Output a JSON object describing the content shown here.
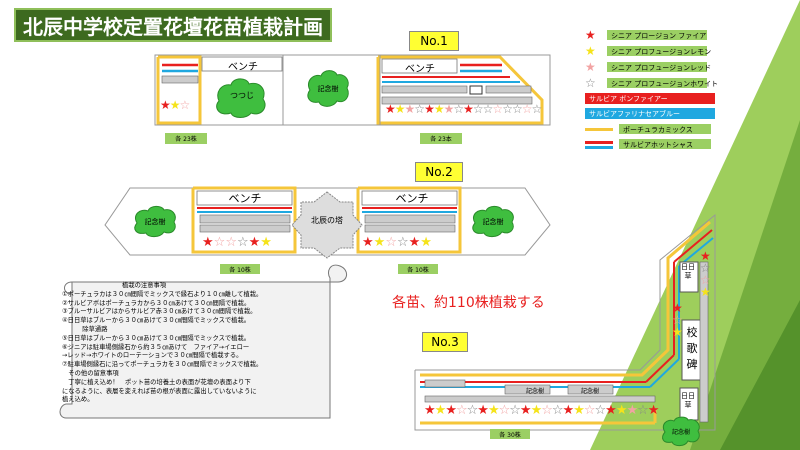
{
  "title": "北辰中学校定置花壇花苗植栽計画",
  "sections": [
    {
      "id": "no1",
      "label": "No.1"
    },
    {
      "id": "no2",
      "label": "No.2"
    },
    {
      "id": "no3",
      "label": "No.3"
    }
  ],
  "no1": {
    "bench_left": "ベンチ",
    "bench_right": "ベンチ",
    "tsutsuji": "つつじ",
    "memorial": "記念樹",
    "count_left": "各 23株",
    "count_right": "各 23本"
  },
  "no2": {
    "bench_left": "ベンチ",
    "bench_right": "ベンチ",
    "tower": "北辰の塔",
    "memorial_left": "記念樹",
    "memorial_right": "記念樹",
    "count_left": "各 10株",
    "count_right": "各 10株"
  },
  "no3": {
    "hinata_top": "日日草",
    "monument": "校 歌 碑",
    "hinata_bottom": "日日草",
    "memorial_a": "記念樹",
    "memorial_b": "記念樹",
    "memorial_c": "記念樹",
    "count": "各 30株"
  },
  "callout": "各苗、約110株植栽する",
  "legend": [
    {
      "type": "star",
      "color": "#e8201f",
      "label": "シニア プロージョン ファイア"
    },
    {
      "type": "star",
      "color": "#f5e31a",
      "label": "シニア プロフュージョンレモン"
    },
    {
      "type": "star",
      "color": "#f2a3a3",
      "label": "シニア プロフュージョンレッド"
    },
    {
      "type": "star",
      "color": "#ffffff",
      "label": "シニア プロフュージョンホワイト"
    },
    {
      "type": "bar",
      "color": "#e8201f",
      "label": "サルビア ボンファイアー"
    },
    {
      "type": "bar",
      "color": "#1fa8e0",
      "label": "サルビアファリナセアブルー"
    },
    {
      "type": "line",
      "color": "#f5c63a",
      "label": "ポーチュラカミックス"
    },
    {
      "type": "dual",
      "color": "#e8201f",
      "color2": "#1fa8e0",
      "label": "サルビアホットシャス"
    }
  ],
  "notes": {
    "heading": "植栽の注意事項",
    "lines": [
      "①ポーチュラカは３０㎝間隔でミックスで縁石より１０㎝離して植栽。",
      "②サルビアボはポーチュラカから３０㎝あけて３０㎝間隔で植栽。",
      "③ブルーサルビアはからサルビア赤３０㎝あけて３０㎝間隔で植栽。",
      "④日日草はブルーから３０㎝あけて３０㎝間隔でミックスで植栽。",
      "　除草通路",
      "⑤日日草はブルーから３０㎝あけて３０㎝間隔でミックスで植栽。",
      "⑥ジニアは駐車場側縁石から約３５㎝あけて　ファイア→イエロー",
      "→レッド→ホワイトのローテーションで３０㎝間隔で植栽する。",
      "⑦駐車場側縁石に沿ってポーチュラカを３０㎝間隔でミックスで植栽。",
      "　その他の留意事項",
      "　丁寧に植え込め！　ポット苗の培養土の表面が花壇の表面より下",
      "になるように、表層を変えれば苗の根が表面に露出していないように",
      "植え込め。"
    ]
  }
}
